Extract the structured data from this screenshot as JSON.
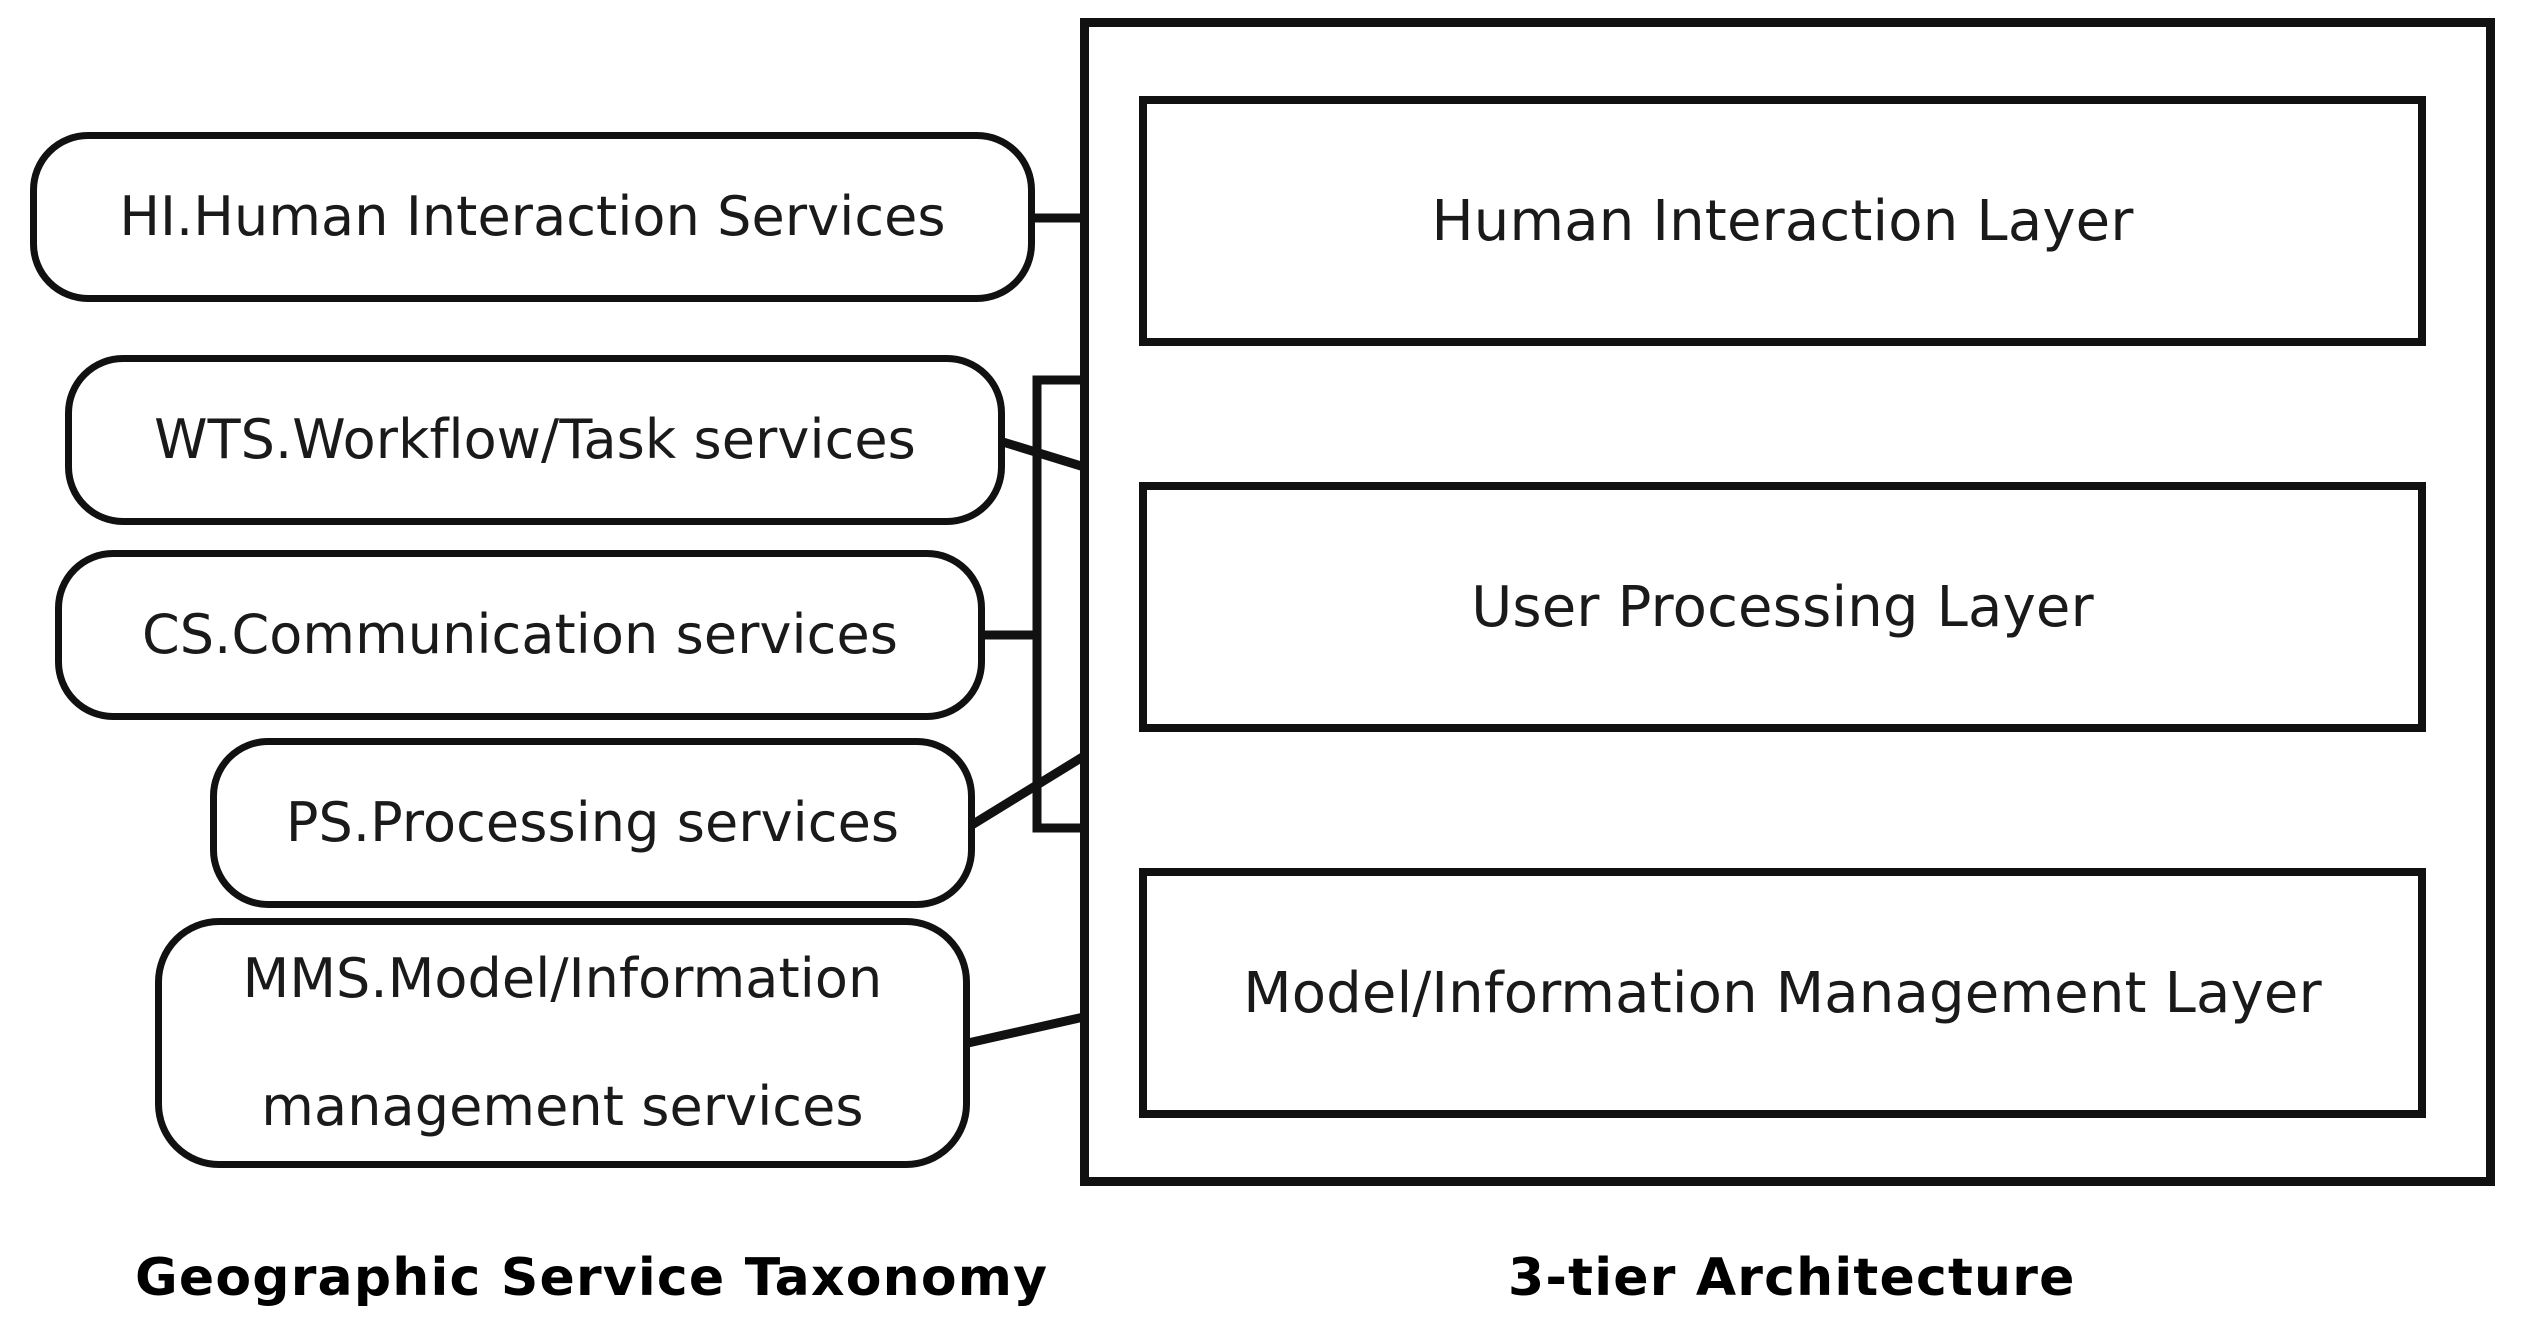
{
  "diagram": {
    "title_left": "Geographic Service Taxonomy",
    "title_right": "3-tier Architecture",
    "stroke_color": "#111111",
    "text_color": "#1a1a1a",
    "background": "#ffffff"
  },
  "taxonomy": {
    "caption": "Geographic Service Taxonomy",
    "items": [
      {
        "id": "HI",
        "label": "HI.Human Interaction Services"
      },
      {
        "id": "WTS",
        "label": "WTS.Workflow/Task services"
      },
      {
        "id": "CS",
        "label": "CS.Communication services"
      },
      {
        "id": "PS",
        "label": "PS.Processing services"
      },
      {
        "id": "MMS",
        "label_line1": "MMS.Model/Information",
        "label_line2": "management services"
      }
    ]
  },
  "architecture": {
    "caption": "3-tier Architecture",
    "layers": [
      {
        "id": "human-interaction",
        "label": "Human Interaction Layer"
      },
      {
        "id": "user-processing",
        "label": "User Processing Layer"
      },
      {
        "id": "model-information-management",
        "label": "Model/Information Management Layer"
      }
    ],
    "connectors": [
      {
        "from": "human-interaction",
        "to": "user-processing",
        "type": "double-arrow"
      },
      {
        "from": "user-processing",
        "to": "model-information-management",
        "type": "double-arrow"
      }
    ]
  },
  "mappings": [
    {
      "service": "HI",
      "layer": "human-interaction"
    },
    {
      "service": "WTS",
      "layer": "user-processing"
    },
    {
      "service": "CS",
      "layer": "user-processing"
    },
    {
      "service": "PS",
      "layer": "user-processing"
    },
    {
      "service": "MMS",
      "layer": "model-information-management"
    }
  ]
}
